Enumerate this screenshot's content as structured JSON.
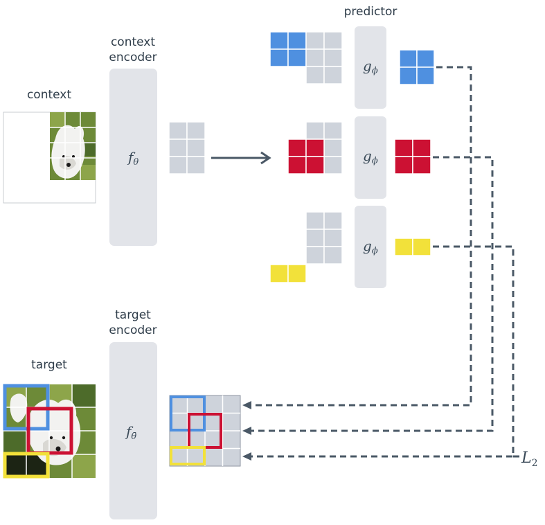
{
  "labels": {
    "context": "context",
    "context_encoder_line1": "context",
    "context_encoder_line2": "encoder",
    "target": "target",
    "target_encoder_line1": "target",
    "target_encoder_line2": "encoder",
    "predictor": "predictor",
    "f_theta": "f",
    "f_theta_sub": "θ",
    "f_theta_bar_sub": "θ̄",
    "g_phi": "g",
    "g_phi_sub": "ϕ",
    "loss": "L",
    "loss_sub": "2"
  },
  "colors": {
    "blue": "#4f90e0",
    "red": "#cc1133",
    "yellow": "#f2e13a",
    "gray_patch": "#ced3db",
    "encoder_fill": "#e2e4e9",
    "arrow": "#4a5866"
  }
}
